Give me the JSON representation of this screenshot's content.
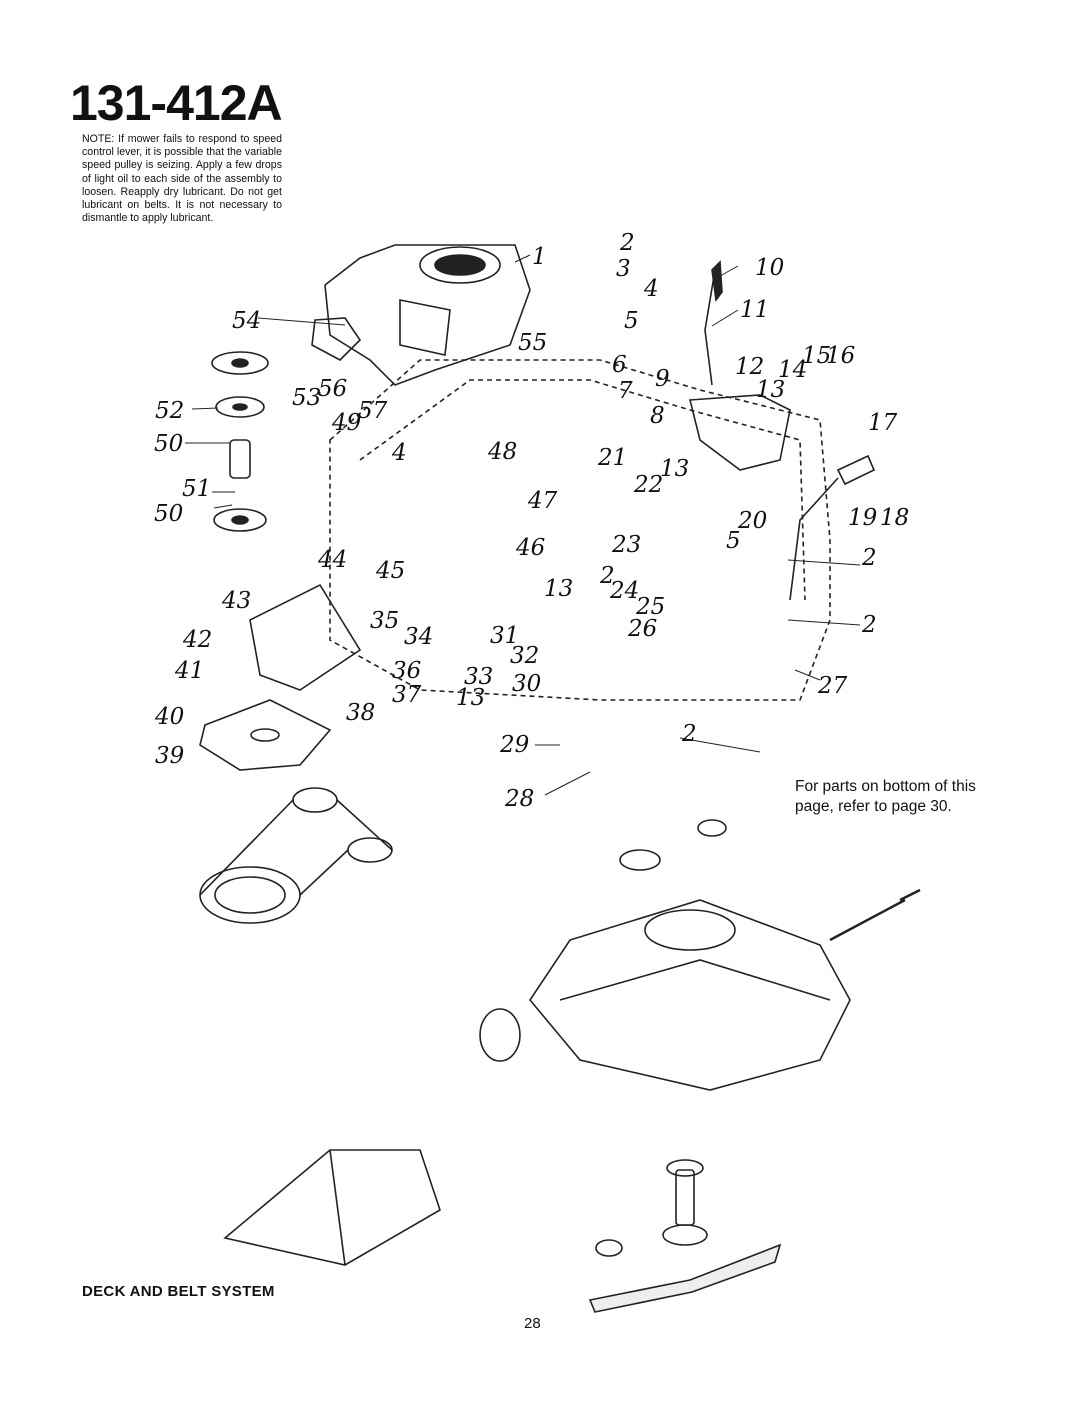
{
  "header": {
    "model_number": "131-412A"
  },
  "note": {
    "text": "NOTE: If mower fails to respond to speed control lever, it is possible that the variable speed pulley is seizing. Apply a few drops of light oil to each side of the assembly to loosen. Reapply dry lubricant. Do not get lubricant on belts. It is not necessary to dismantle to apply lubricant."
  },
  "refer_note": {
    "text": "For parts on bottom of this page, refer to page 30."
  },
  "section_title": "DECK AND BELT SYSTEM",
  "page_number": "28",
  "callouts": [
    "1",
    "2",
    "3",
    "4",
    "5",
    "6",
    "7",
    "8",
    "9",
    "10",
    "11",
    "12",
    "13",
    "14",
    "15",
    "16",
    "17",
    "18",
    "19",
    "20",
    "21",
    "22",
    "23",
    "24",
    "25",
    "26",
    "27",
    "28",
    "29",
    "30",
    "31",
    "32",
    "33",
    "34",
    "35",
    "36",
    "37",
    "38",
    "39",
    "40",
    "41",
    "42",
    "43",
    "44",
    "45",
    "46",
    "47",
    "48",
    "49",
    "50",
    "51",
    "52",
    "53",
    "54",
    "55",
    "56",
    "57"
  ]
}
